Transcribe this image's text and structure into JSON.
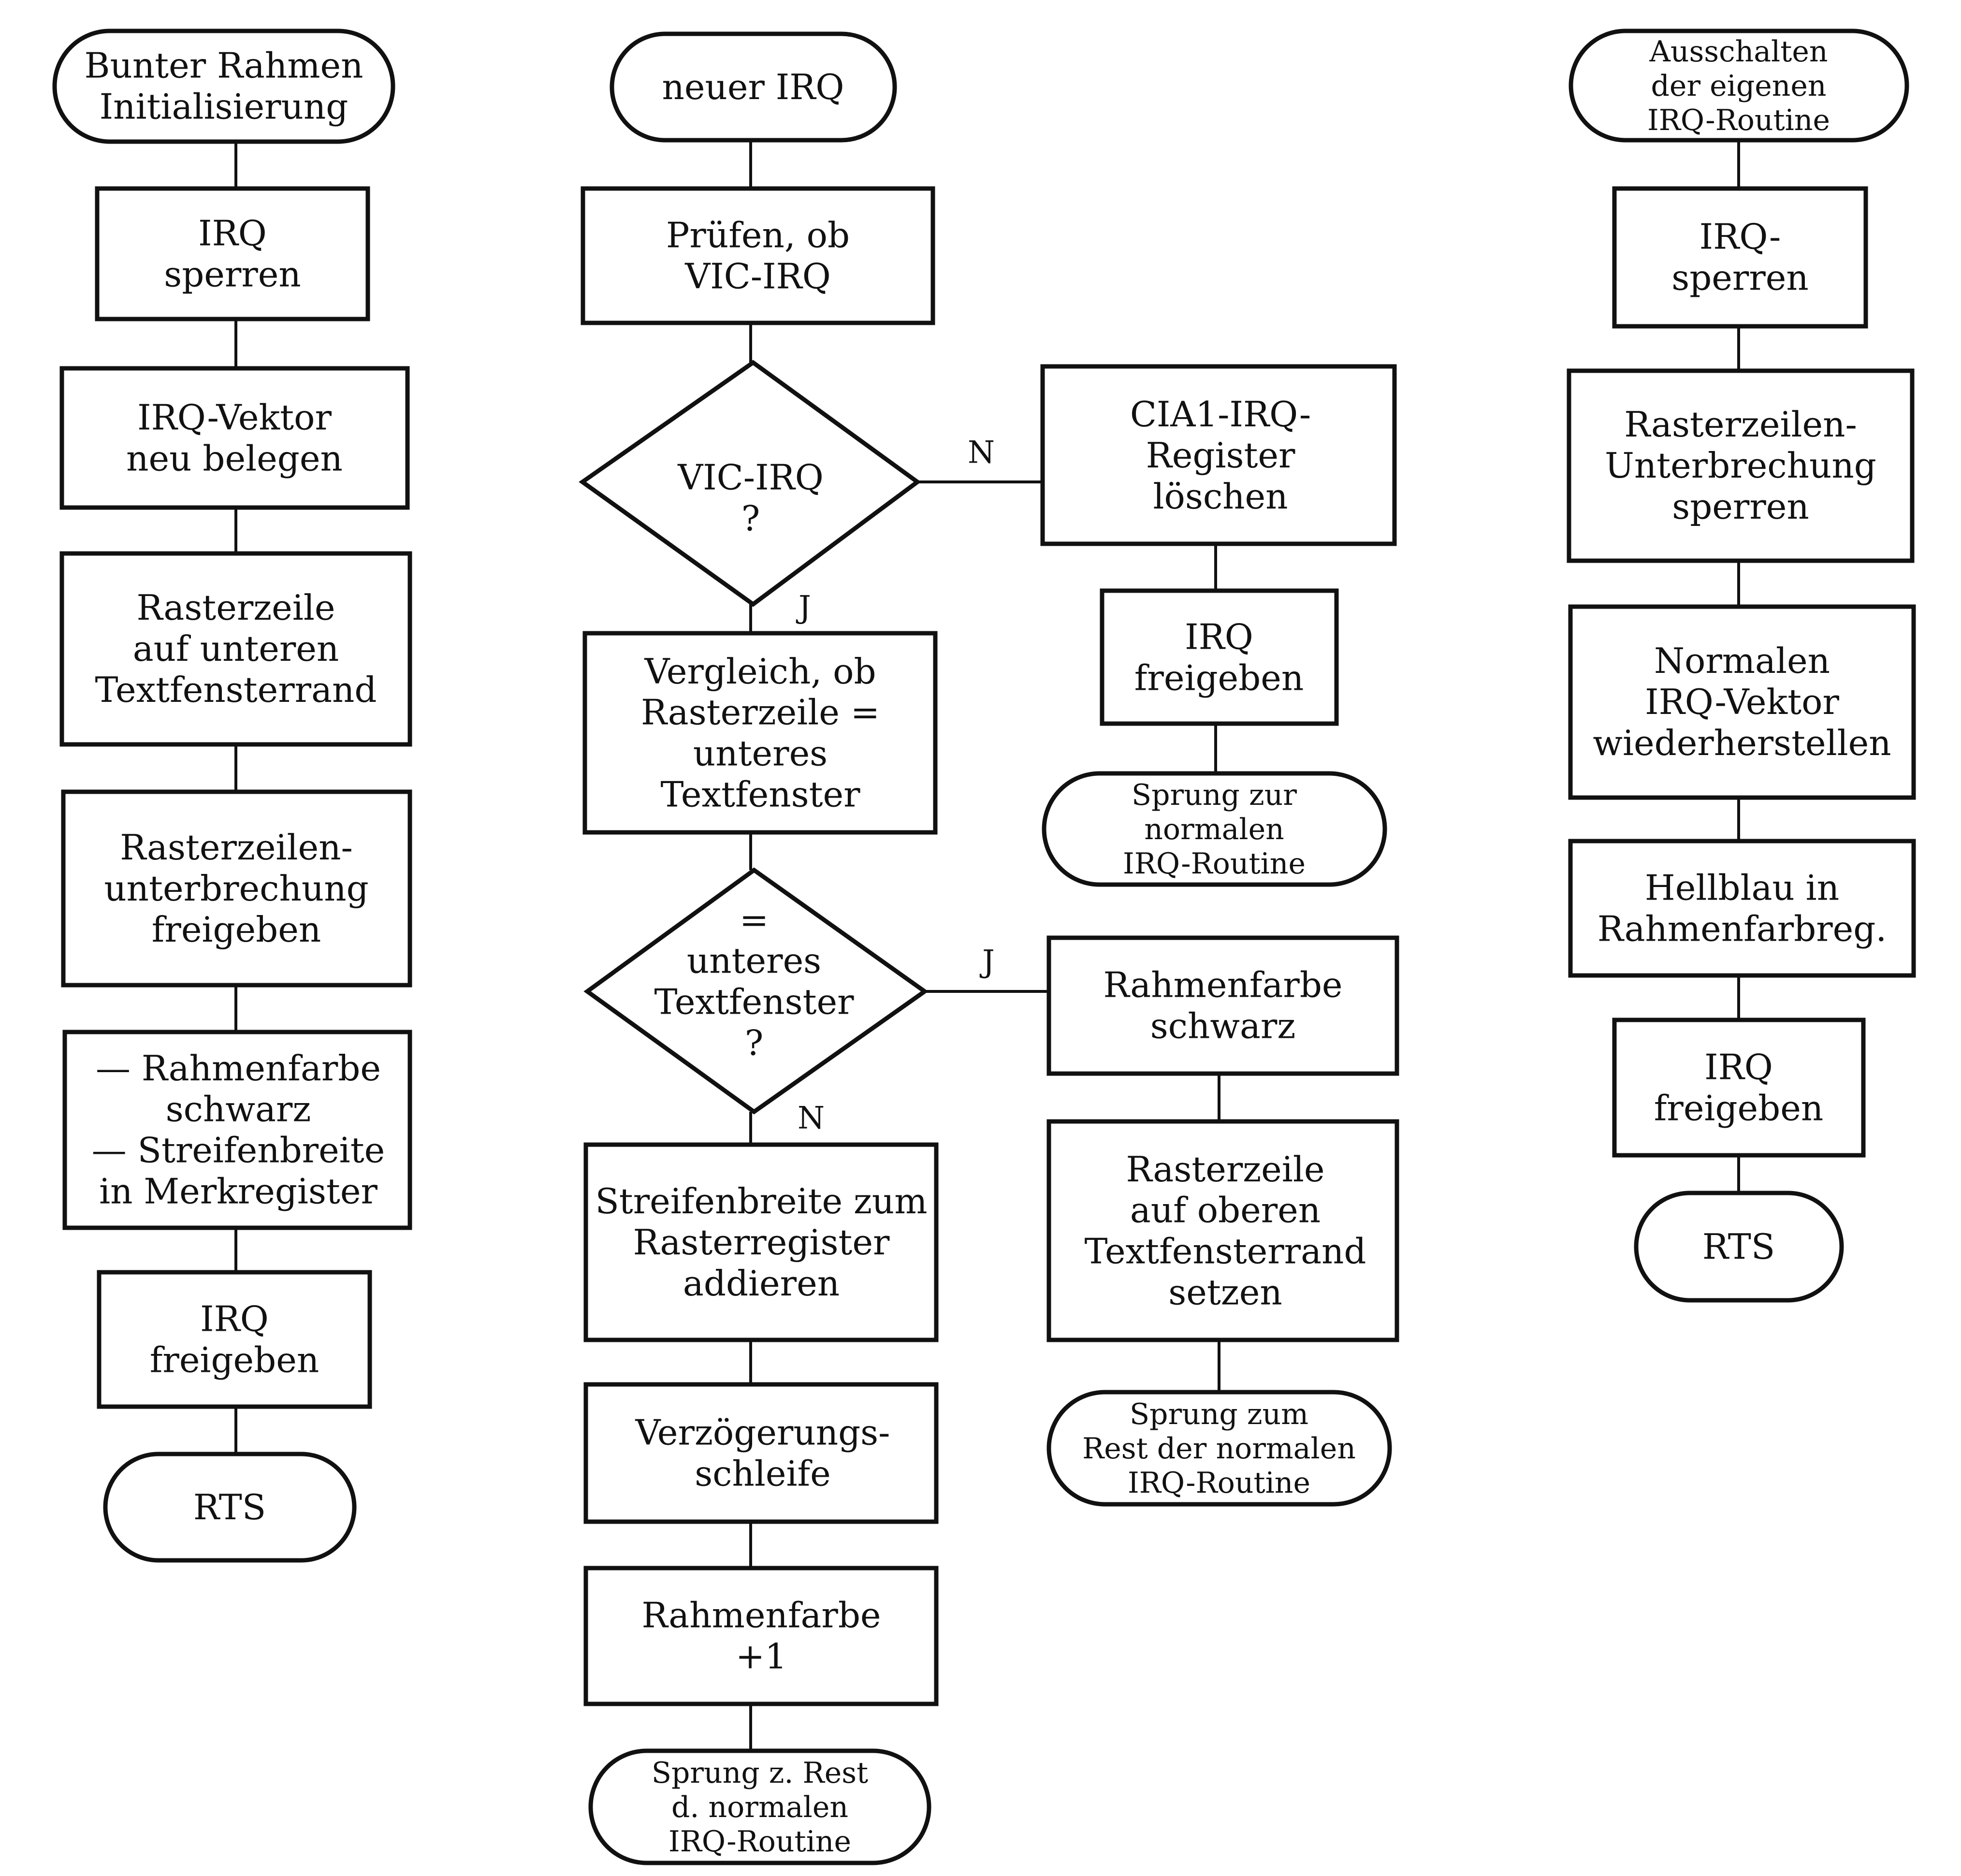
{
  "flowchart_left": {
    "start": "Bunter Rahmen\nInitialisierung",
    "step1": "IRQ\nsperren",
    "step2": "IRQ-Vektor\nneu belegen",
    "step3": "Rasterzeile\nauf unteren\nTextfensterrand",
    "step4": "Rasterzeilen-\nunterbrechung\nfreigeben",
    "step5": "— Rahmenfarbe\nschwarz\n— Streifenbreite\nin Merkregister",
    "step6": "IRQ\nfreigeben",
    "end": "RTS"
  },
  "flowchart_middle": {
    "start": "neuer IRQ",
    "check": "Prüfen, ob\nVIC-IRQ",
    "decision1": "VIC-IRQ\n?",
    "decision1_yes": "J",
    "decision1_no": "N",
    "compare": "Vergleich, ob\nRasterzeile =\nunteres\nTextfenster",
    "decision2": "=\nunteres\nTextfenster\n?",
    "decision2_yes": "J",
    "decision2_no": "N",
    "add": "Streifenbreite zum\nRasterregister\naddieren",
    "delay": "Verzögerungs-\nschleife",
    "increment": "Rahmenfarbe\n+1",
    "end": "Sprung z. Rest\nd. normalen\nIRQ-Routine"
  },
  "branch_cia": {
    "clear": "CIA1-IRQ-\nRegister\nlöschen",
    "enable": "IRQ\nfreigeben",
    "end": "Sprung zur\nnormalen\nIRQ-Routine"
  },
  "branch_match": {
    "black": "Rahmenfarbe\nschwarz",
    "set_raster": "Rasterzeile\nauf oberen\nTextfensterrand\nsetzen",
    "end": "Sprung zum\nRest der normalen\nIRQ-Routine"
  },
  "flowchart_right": {
    "start": "Ausschalten\nder eigenen\nIRQ-Routine",
    "step1": "IRQ-\nsperren",
    "step2": "Rasterzeilen-\nUnterbrechung\nsperren",
    "step3": "Normalen\nIRQ-Vektor\nwiederherstellen",
    "step4": "Hellblau in\nRahmenfarbreg.",
    "step5": "IRQ\nfreigeben",
    "end": "RTS"
  }
}
